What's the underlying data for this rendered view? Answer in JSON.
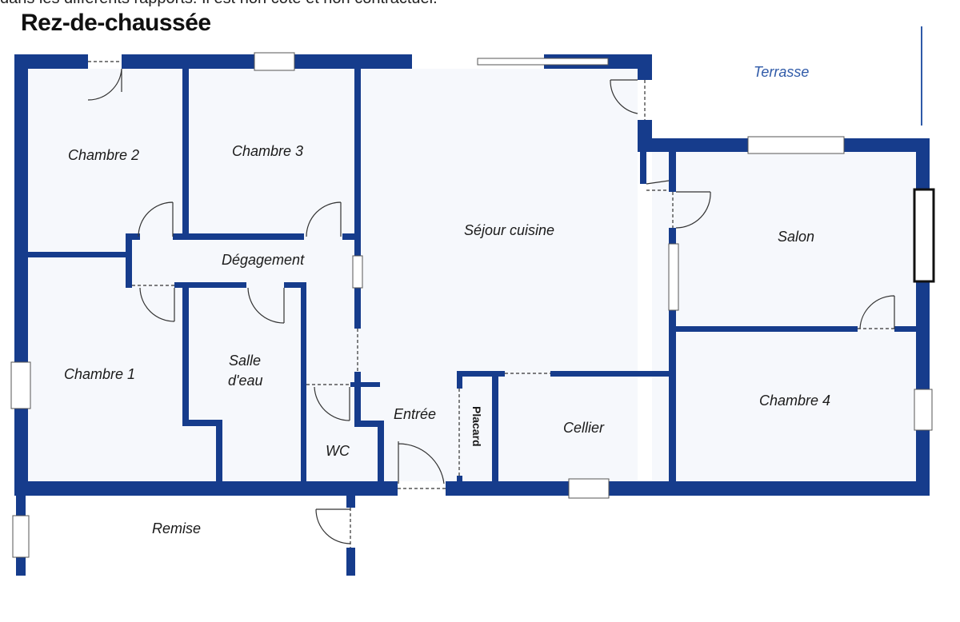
{
  "header": {
    "note_text": "dans les différents rapports. Il est non coté et non contractuel.",
    "title": "Rez-de-chaussée"
  },
  "plan": {
    "colors": {
      "wall": "#163c8c",
      "floor": "#f6f8fc",
      "terrace_text": "#2f5aa8"
    },
    "rooms": {
      "chambre2": "Chambre 2",
      "chambre3": "Chambre 3",
      "degagement": "Dégagement",
      "sejour": "Séjour cuisine",
      "salon": "Salon",
      "chambre1": "Chambre 1",
      "salle_eau_1": "Salle",
      "salle_eau_2": "d'eau",
      "entree": "Entrée",
      "placard": "Placard",
      "cellier": "Cellier",
      "chambre4": "Chambre 4",
      "wc": "WC",
      "remise": "Remise",
      "terrasse": "Terrasse"
    }
  }
}
